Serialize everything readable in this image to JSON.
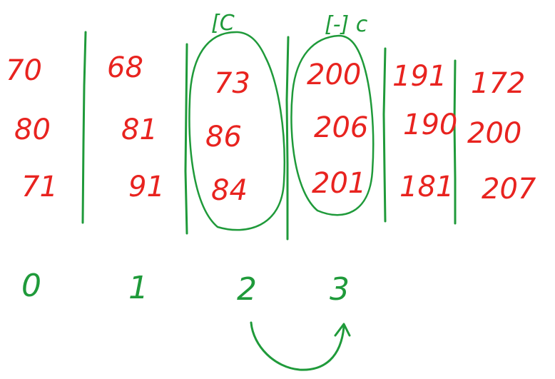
{
  "colors": {
    "ink_red": "#e8231f",
    "ink_green": "#1f9a3a"
  },
  "labels": {
    "first_selected": "[C",
    "second_selected": "[-] c"
  },
  "columns": [
    {
      "index": "0",
      "values": [
        "70",
        "80",
        "71"
      ]
    },
    {
      "index": "1",
      "values": [
        "68",
        "81",
        "91"
      ]
    },
    {
      "index": "2",
      "values": [
        "73",
        "86",
        "84"
      ]
    },
    {
      "index": "3",
      "values": [
        "200",
        "206",
        "201"
      ]
    },
    {
      "index": "",
      "values": [
        "191",
        "190",
        "181"
      ]
    },
    {
      "index": "",
      "values": [
        "172",
        "200",
        "207"
      ]
    }
  ]
}
